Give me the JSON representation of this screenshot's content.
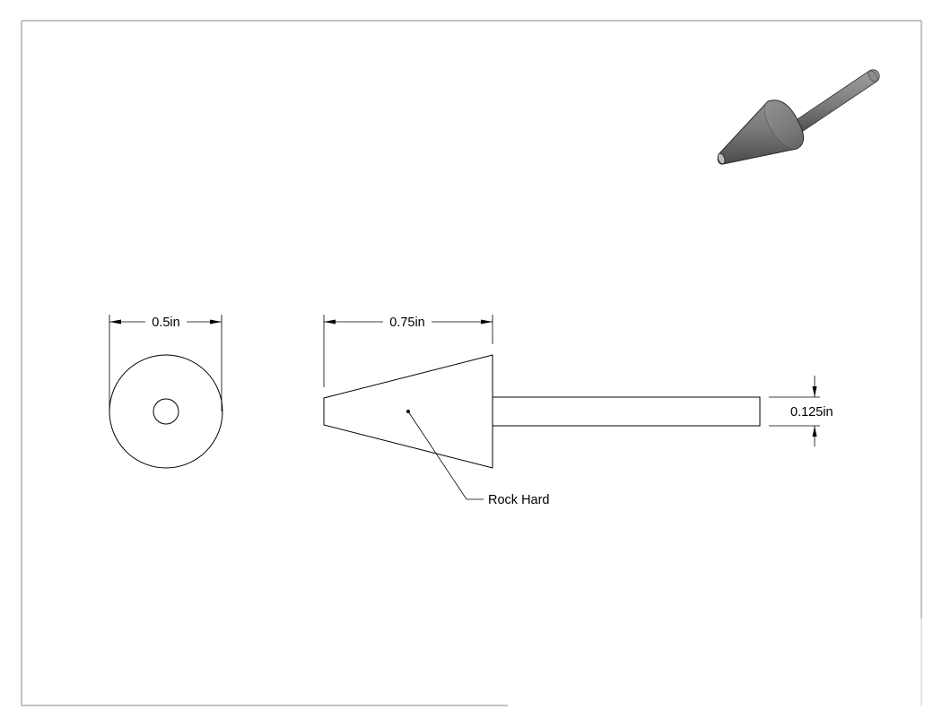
{
  "drawing": {
    "dimensions": {
      "diameter": "0.5in",
      "head_length": "0.75in",
      "shank_diameter": "0.125in"
    },
    "callout": "Rock Hard"
  }
}
